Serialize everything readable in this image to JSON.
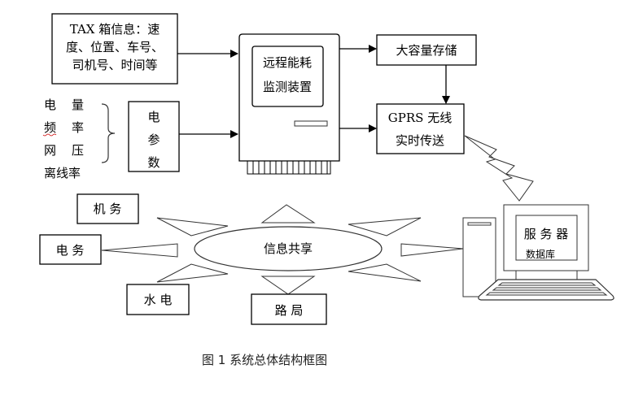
{
  "diagram": {
    "tax_box": {
      "lines": [
        "TAX 箱信息：速",
        "度、位置、车号、",
        "司机号、时间等"
      ]
    },
    "params_list": {
      "rows": [
        [
          "电",
          "量"
        ],
        [
          "频",
          "率"
        ],
        [
          "网",
          "压"
        ],
        [
          "离线率"
        ]
      ]
    },
    "elec_params_box": {
      "chars": [
        "电",
        "参",
        "数"
      ]
    },
    "device": {
      "lines": [
        "远程能耗",
        "监测装置"
      ]
    },
    "storage_box": {
      "label": "大容量存储"
    },
    "gprs_box": {
      "lines": [
        "GPRS 无线",
        "实时传送"
      ]
    },
    "server": {
      "title": "服 务 器",
      "subtitle": "数据库"
    },
    "hub": {
      "label": "信息共享"
    },
    "departments": {
      "jiwu": "机 务",
      "dianwu": "电 务",
      "shuidian": "水 电",
      "luju": "路 局"
    },
    "caption": "图 1  系统总体结构框图"
  }
}
